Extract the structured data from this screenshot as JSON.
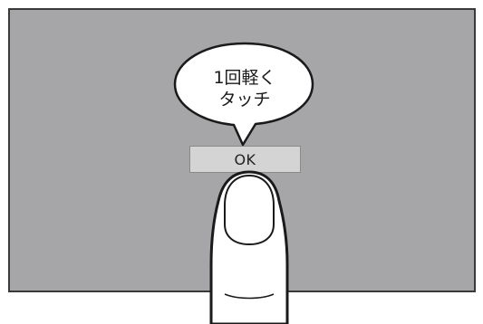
{
  "screen": {
    "ok_button_label": "OK"
  },
  "callout": {
    "line1": "1回軽く",
    "line2": "タッチ"
  },
  "illustration": {
    "finger": "finger-pointer-icon",
    "colors": {
      "screen": "#a6a6a8",
      "button": "#d4d4d4",
      "outline": "#1a1a1a"
    }
  }
}
